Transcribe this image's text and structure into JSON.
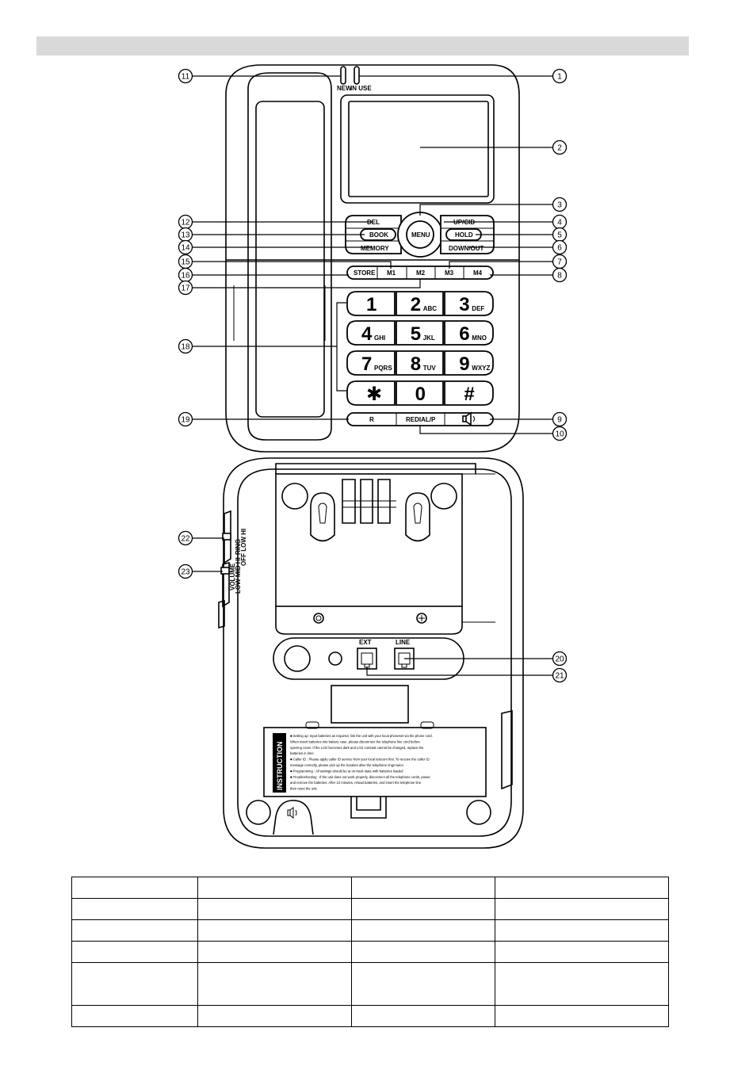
{
  "phone_front": {
    "led_labels": [
      "NEW",
      "IN USE"
    ],
    "buttons_left": [
      "DEL",
      "BOOK",
      "MEMORY"
    ],
    "menu_button": "MENU",
    "buttons_right": [
      "UP/CID",
      "HOLD",
      "DOWN/OUT"
    ],
    "memory_row": [
      "STORE",
      "M1",
      "M2",
      "M3",
      "M4"
    ],
    "keypad": [
      {
        "digit": "1",
        "letters": ""
      },
      {
        "digit": "2",
        "letters": "ABC"
      },
      {
        "digit": "3",
        "letters": "DEF"
      },
      {
        "digit": "4",
        "letters": "GHI"
      },
      {
        "digit": "5",
        "letters": "JKL"
      },
      {
        "digit": "6",
        "letters": "MNO"
      },
      {
        "digit": "7",
        "letters": "PQRS"
      },
      {
        "digit": "8",
        "letters": "TUV"
      },
      {
        "digit": "9",
        "letters": "WXYZ"
      },
      {
        "digit": "✱",
        "letters": ""
      },
      {
        "digit": "0",
        "letters": ""
      },
      {
        "digit": "#",
        "letters": ""
      }
    ],
    "bottom_row": [
      "R",
      "REDIAL/P"
    ],
    "speaker_icon": "speaker-icon"
  },
  "phone_back": {
    "ring_switch": {
      "title": "RING",
      "options": "OFF LOW HI"
    },
    "volume_switch": {
      "title": "VOLUME",
      "options": "LOW MID HI"
    },
    "jacks": [
      "EXT",
      "LINE"
    ],
    "instruction_title": "INSTRUCTION",
    "instruction_lines": [
      "■ Setting up: Input batteries as required, link the unit with your local phoneset via the phone cord.",
      "When insert batteries into battery case, please disconnect the telephone line cord before",
      "opening cover. If the LCD becomes dark and LCD contrast cannot be changed, replace the",
      "batteries in time.",
      "■ Caller ID : Please apply caller ID service from your local telecom first. To receive the caller ID",
      "message correctly, please pick up the handset after the telephone rings twice.",
      "■ Programming : All settings should be at on-hook state with batteries loaded",
      "■ Troubleshooting : If the unit does not work properly, disconnect all the telephone cords, power",
      "and remove the batteries. After 10 minutes, reload batteries, and insert the telephone line",
      "then reset the unit."
    ]
  },
  "callouts": [
    "①",
    "②",
    "③",
    "④",
    "⑤",
    "⑥",
    "⑦",
    "⑧",
    "⑨",
    "⑩",
    "⑪",
    "⑫",
    "⑬",
    "⑭",
    "⑮",
    "⑯",
    "⑰",
    "⑱",
    "⑲",
    "⑳",
    "㉑",
    "㉒",
    "㉓"
  ],
  "table": {
    "rows": [
      [
        "",
        "",
        "",
        ""
      ],
      [
        "",
        "",
        "",
        ""
      ],
      [
        "",
        "",
        "",
        ""
      ],
      [
        "",
        "",
        "",
        ""
      ],
      [
        "",
        "",
        "",
        ""
      ],
      [
        "",
        "",
        "",
        ""
      ]
    ]
  }
}
